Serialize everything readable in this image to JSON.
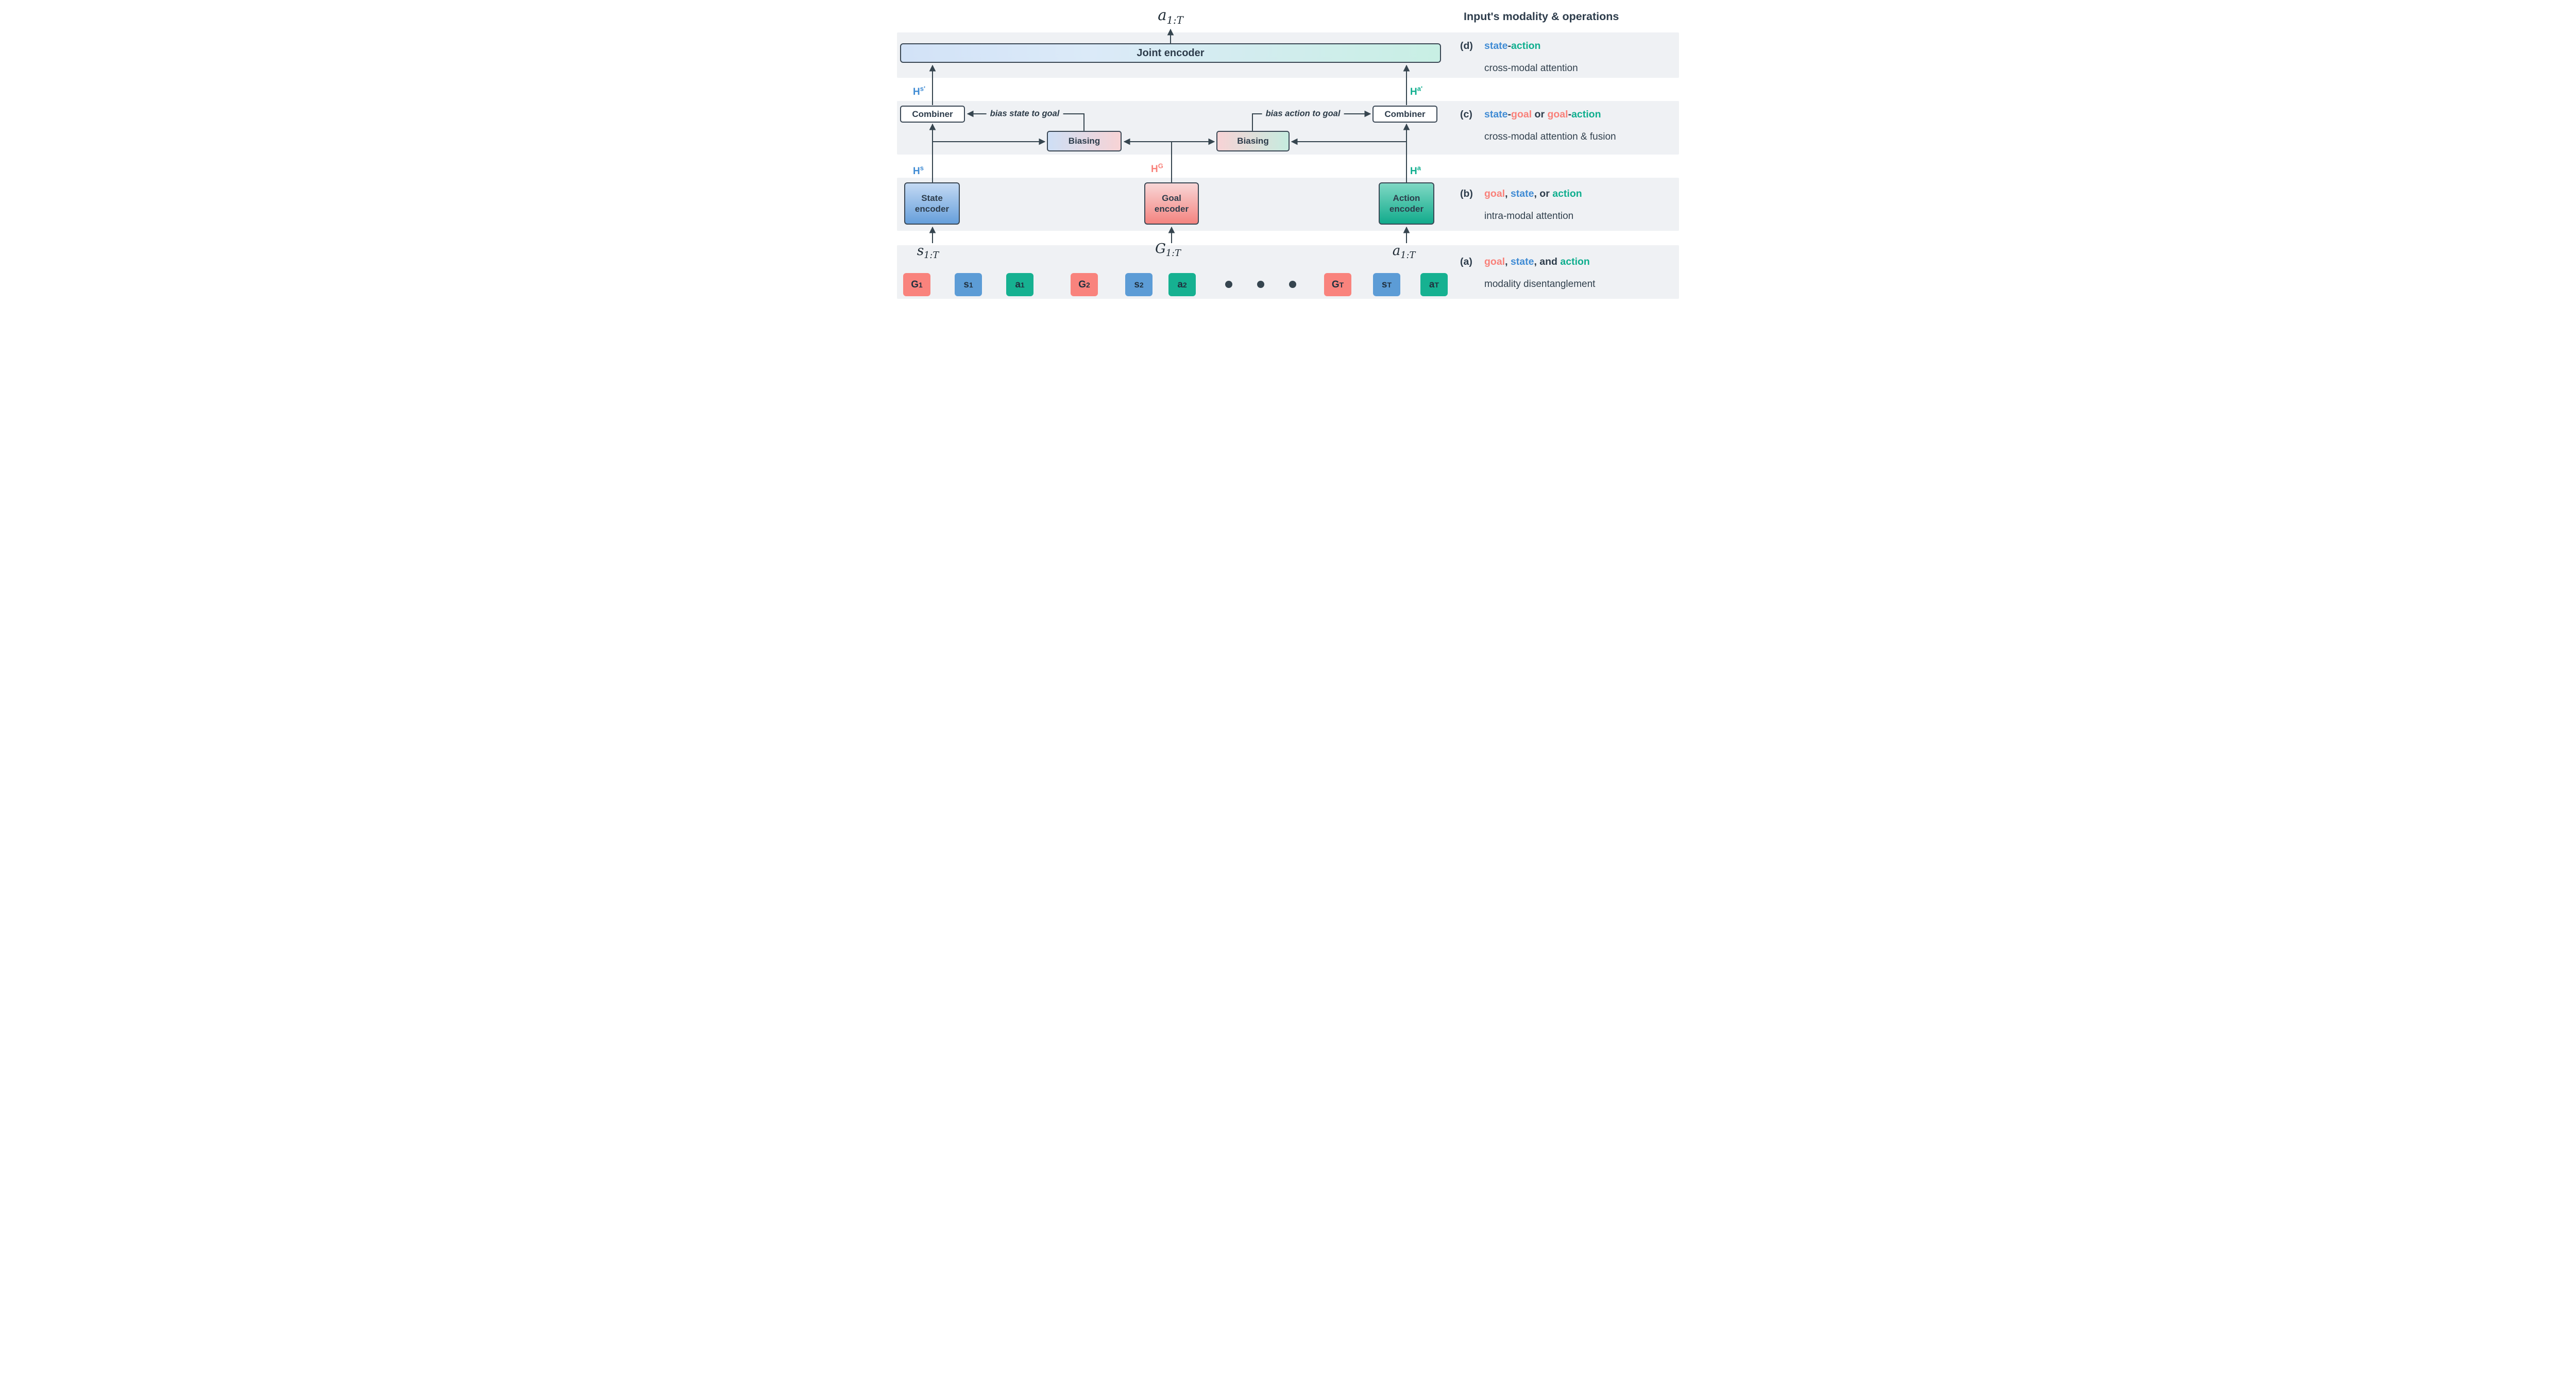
{
  "colors": {
    "state": "#3f8bd4",
    "goal": "#f9817a",
    "action": "#0fae8e",
    "dark": "#2d3c4b",
    "band": "#eff1f4",
    "token_state": "#5c9cd6",
    "token_goal": "#f9837d",
    "token_action": "#16b191"
  },
  "outputs": {
    "top": {
      "base": "a",
      "sub": "1:T"
    }
  },
  "inputs": {
    "state": {
      "base": "s",
      "sub": "1:T"
    },
    "goal": {
      "base": "G",
      "sub": "1:T"
    },
    "action": {
      "base": "a",
      "sub": "1:T"
    }
  },
  "boxes": {
    "joint_encoder": "Joint encoder",
    "combiner_left": "Combiner",
    "combiner_right": "Combiner",
    "biasing_left": "Biasing",
    "biasing_right": "Biasing",
    "state_encoder": "State encoder",
    "goal_encoder": "Goal encoder",
    "action_encoder": "Action encoder"
  },
  "edge_labels": {
    "bias_left": "bias state to goal",
    "bias_right": "bias action to goal"
  },
  "hidden_labels": {
    "hs_prime": {
      "base": "H",
      "sup": "s'"
    },
    "ha_prime": {
      "base": "H",
      "sup": "a'"
    },
    "hs": {
      "base": "H",
      "sup": "s"
    },
    "hg": {
      "base": "H",
      "sup": "G"
    },
    "ha": {
      "base": "H",
      "sup": "a"
    }
  },
  "tokens": [
    {
      "base": "G",
      "sub": "1"
    },
    {
      "base": "s",
      "sub": "1"
    },
    {
      "base": "a",
      "sub": "1"
    },
    {
      "base": "G",
      "sub": "2"
    },
    {
      "base": "s",
      "sub": "2"
    },
    {
      "base": "a",
      "sub": "2"
    },
    {
      "base": "G",
      "sub": "T"
    },
    {
      "base": "s",
      "sub": "T"
    },
    {
      "base": "a",
      "sub": "T"
    }
  ],
  "panel": {
    "title": "Input's modality & operations",
    "rows": [
      {
        "tag": "(d)",
        "segments": [
          {
            "t": "state",
            "c": "state"
          },
          {
            "t": "-",
            "c": "dark"
          },
          {
            "t": "action",
            "c": "action"
          }
        ],
        "line2": "cross-modal attention"
      },
      {
        "tag": "(c)",
        "segments": [
          {
            "t": "state",
            "c": "state"
          },
          {
            "t": "-",
            "c": "dark"
          },
          {
            "t": "goal",
            "c": "goal"
          },
          {
            "t": " or ",
            "c": "dark"
          },
          {
            "t": "goal",
            "c": "goal"
          },
          {
            "t": "-",
            "c": "dark"
          },
          {
            "t": "action",
            "c": "action"
          }
        ],
        "line2": "cross-modal attention & fusion"
      },
      {
        "tag": "(b)",
        "segments": [
          {
            "t": "goal",
            "c": "goal"
          },
          {
            "t": ", ",
            "c": "dark"
          },
          {
            "t": "state",
            "c": "state"
          },
          {
            "t": ", or ",
            "c": "dark"
          },
          {
            "t": "action",
            "c": "action"
          }
        ],
        "line2": "intra-modal attention"
      },
      {
        "tag": "(a)",
        "segments": [
          {
            "t": "goal",
            "c": "goal"
          },
          {
            "t": ", ",
            "c": "dark"
          },
          {
            "t": "state",
            "c": "state"
          },
          {
            "t": ", and ",
            "c": "dark"
          },
          {
            "t": "action",
            "c": "action"
          }
        ],
        "line2": "modality disentanglement"
      }
    ]
  }
}
